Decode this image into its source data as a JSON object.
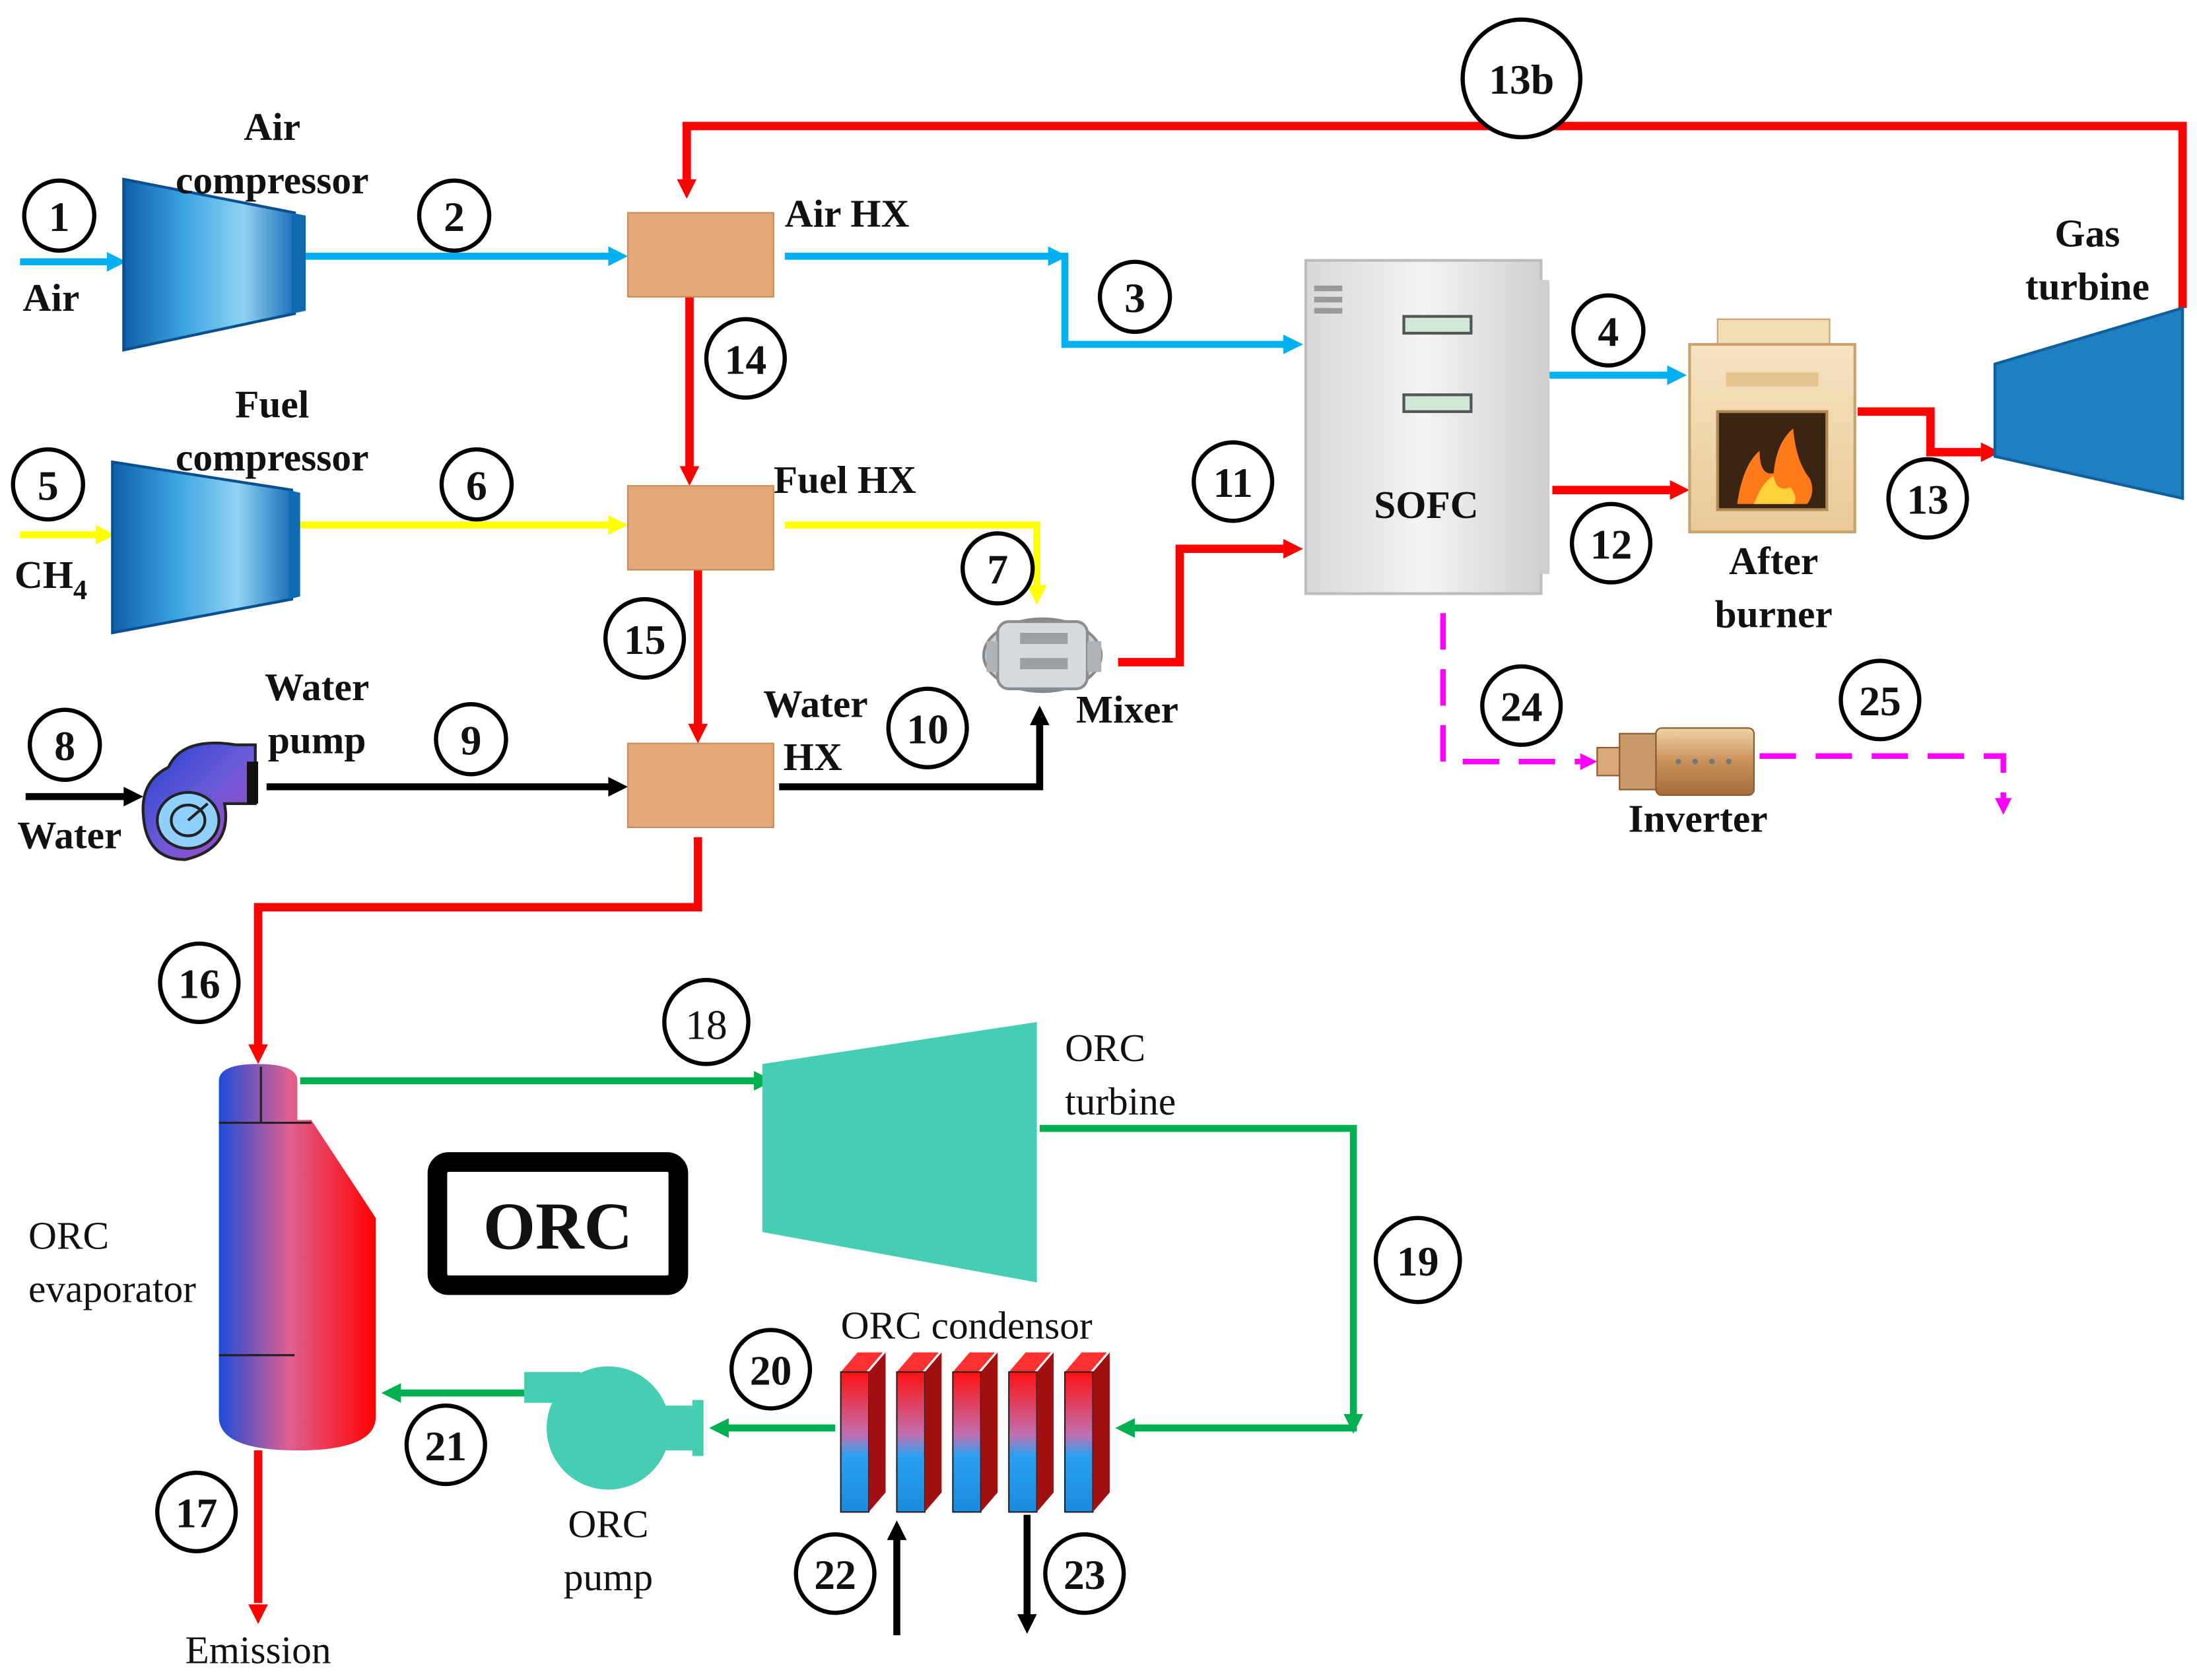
{
  "colors": {
    "air": "#00b0f0",
    "fuel": "#ffff00",
    "hot": "#ff0000",
    "water": "#000000",
    "orc": "#00b050",
    "electric": "#ff00ff",
    "hx": "#e2a87a",
    "orc_equipment": "#45ceb4",
    "compressor": "#1a8fd0",
    "gas_turbine": "#1e7fc2"
  },
  "components": {
    "air_compressor": "Air compressor",
    "fuel_compressor": "Fuel compressor",
    "water_pump": "Water pump",
    "air_hx": "Air HX",
    "fuel_hx": "Fuel HX",
    "water_hx": "Water HX",
    "mixer": "Mixer",
    "sofc": "SOFC",
    "after_burner": "After burner",
    "gas_turbine": "Gas turbine",
    "inverter": "Inverter",
    "orc_turbine": "ORC turbine",
    "orc_evaporator": "ORC evaporator",
    "orc_condensor": "ORC condensor",
    "orc_pump": "ORC pump",
    "orc_box": "ORC"
  },
  "inputs": {
    "air": "Air",
    "ch4": "CH",
    "ch4_sub": "4",
    "water": "Water",
    "emission": "Emission"
  },
  "states": [
    "1",
    "2",
    "3",
    "4",
    "5",
    "6",
    "7",
    "8",
    "9",
    "10",
    "11",
    "12",
    "13",
    "13b",
    "14",
    "15",
    "16",
    "17",
    "18",
    "19",
    "20",
    "21",
    "22",
    "23",
    "24",
    "25"
  ],
  "icons": [
    "compressor-icon",
    "pump-icon",
    "heat-exchanger-icon",
    "mixer-icon",
    "fuel-cell-icon",
    "burner-icon",
    "turbine-icon",
    "inverter-icon",
    "evaporator-icon",
    "condenser-icon"
  ]
}
